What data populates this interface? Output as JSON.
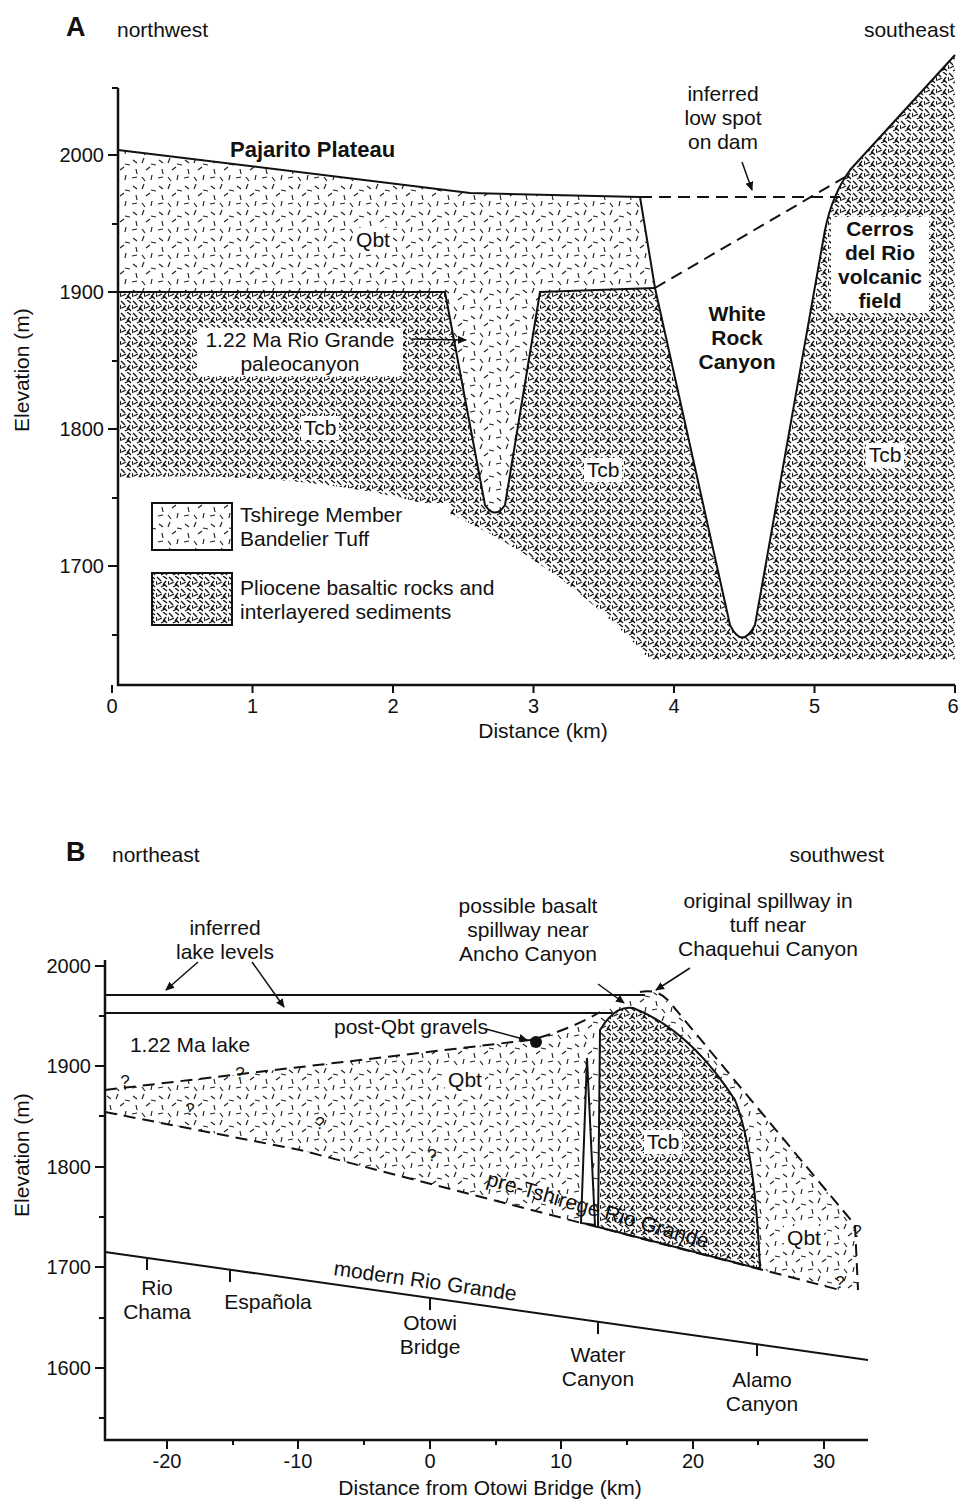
{
  "diagram": {
    "labels": [
      "A",
      "northwest",
      "southeast",
      "inferred low spot on dam",
      "Pajarito Plateau",
      "Qbt",
      "Cerros del Rio volcanic field",
      "1.22 Ma Rio Grande paleocanyon",
      "White Rock Canyon",
      "Tcb",
      "Tcb",
      "Tcb",
      "2000",
      "1900",
      "1800",
      "1700",
      "Elevation (m)",
      "0",
      "1",
      "2",
      "3",
      "4",
      "5",
      "6",
      "Distance (km)",
      "B",
      "northeast",
      "southwest",
      "inferred lake levels",
      "possible basalt spillway near Ancho Canyon",
      "original spillway in tuff near Chaquehui Canyon",
      "1.22 Ma lake",
      "post-Qbt gravels",
      "Qbt",
      "Tcb",
      "Qbt",
      "pre-Tshirege Rio Grande",
      "modern Rio Grande",
      "Rio Chama",
      "Española",
      "Otowi Bridge",
      "Water Canyon",
      "Alamo Canyon",
      "?",
      "?",
      "?",
      "?",
      "?",
      "?",
      "?",
      "2000",
      "1900",
      "1800",
      "1700",
      "1600",
      "Elevation (m)",
      "-20",
      "-10",
      "0",
      "10",
      "20",
      "30",
      "Distance from Otowi Bridge (km)"
    ],
    "legend": [
      {
        "text": "Tshirege Member Bandelier Tuff"
      },
      {
        "text": "Pliocene basaltic rocks and interlayered sediments"
      }
    ]
  }
}
